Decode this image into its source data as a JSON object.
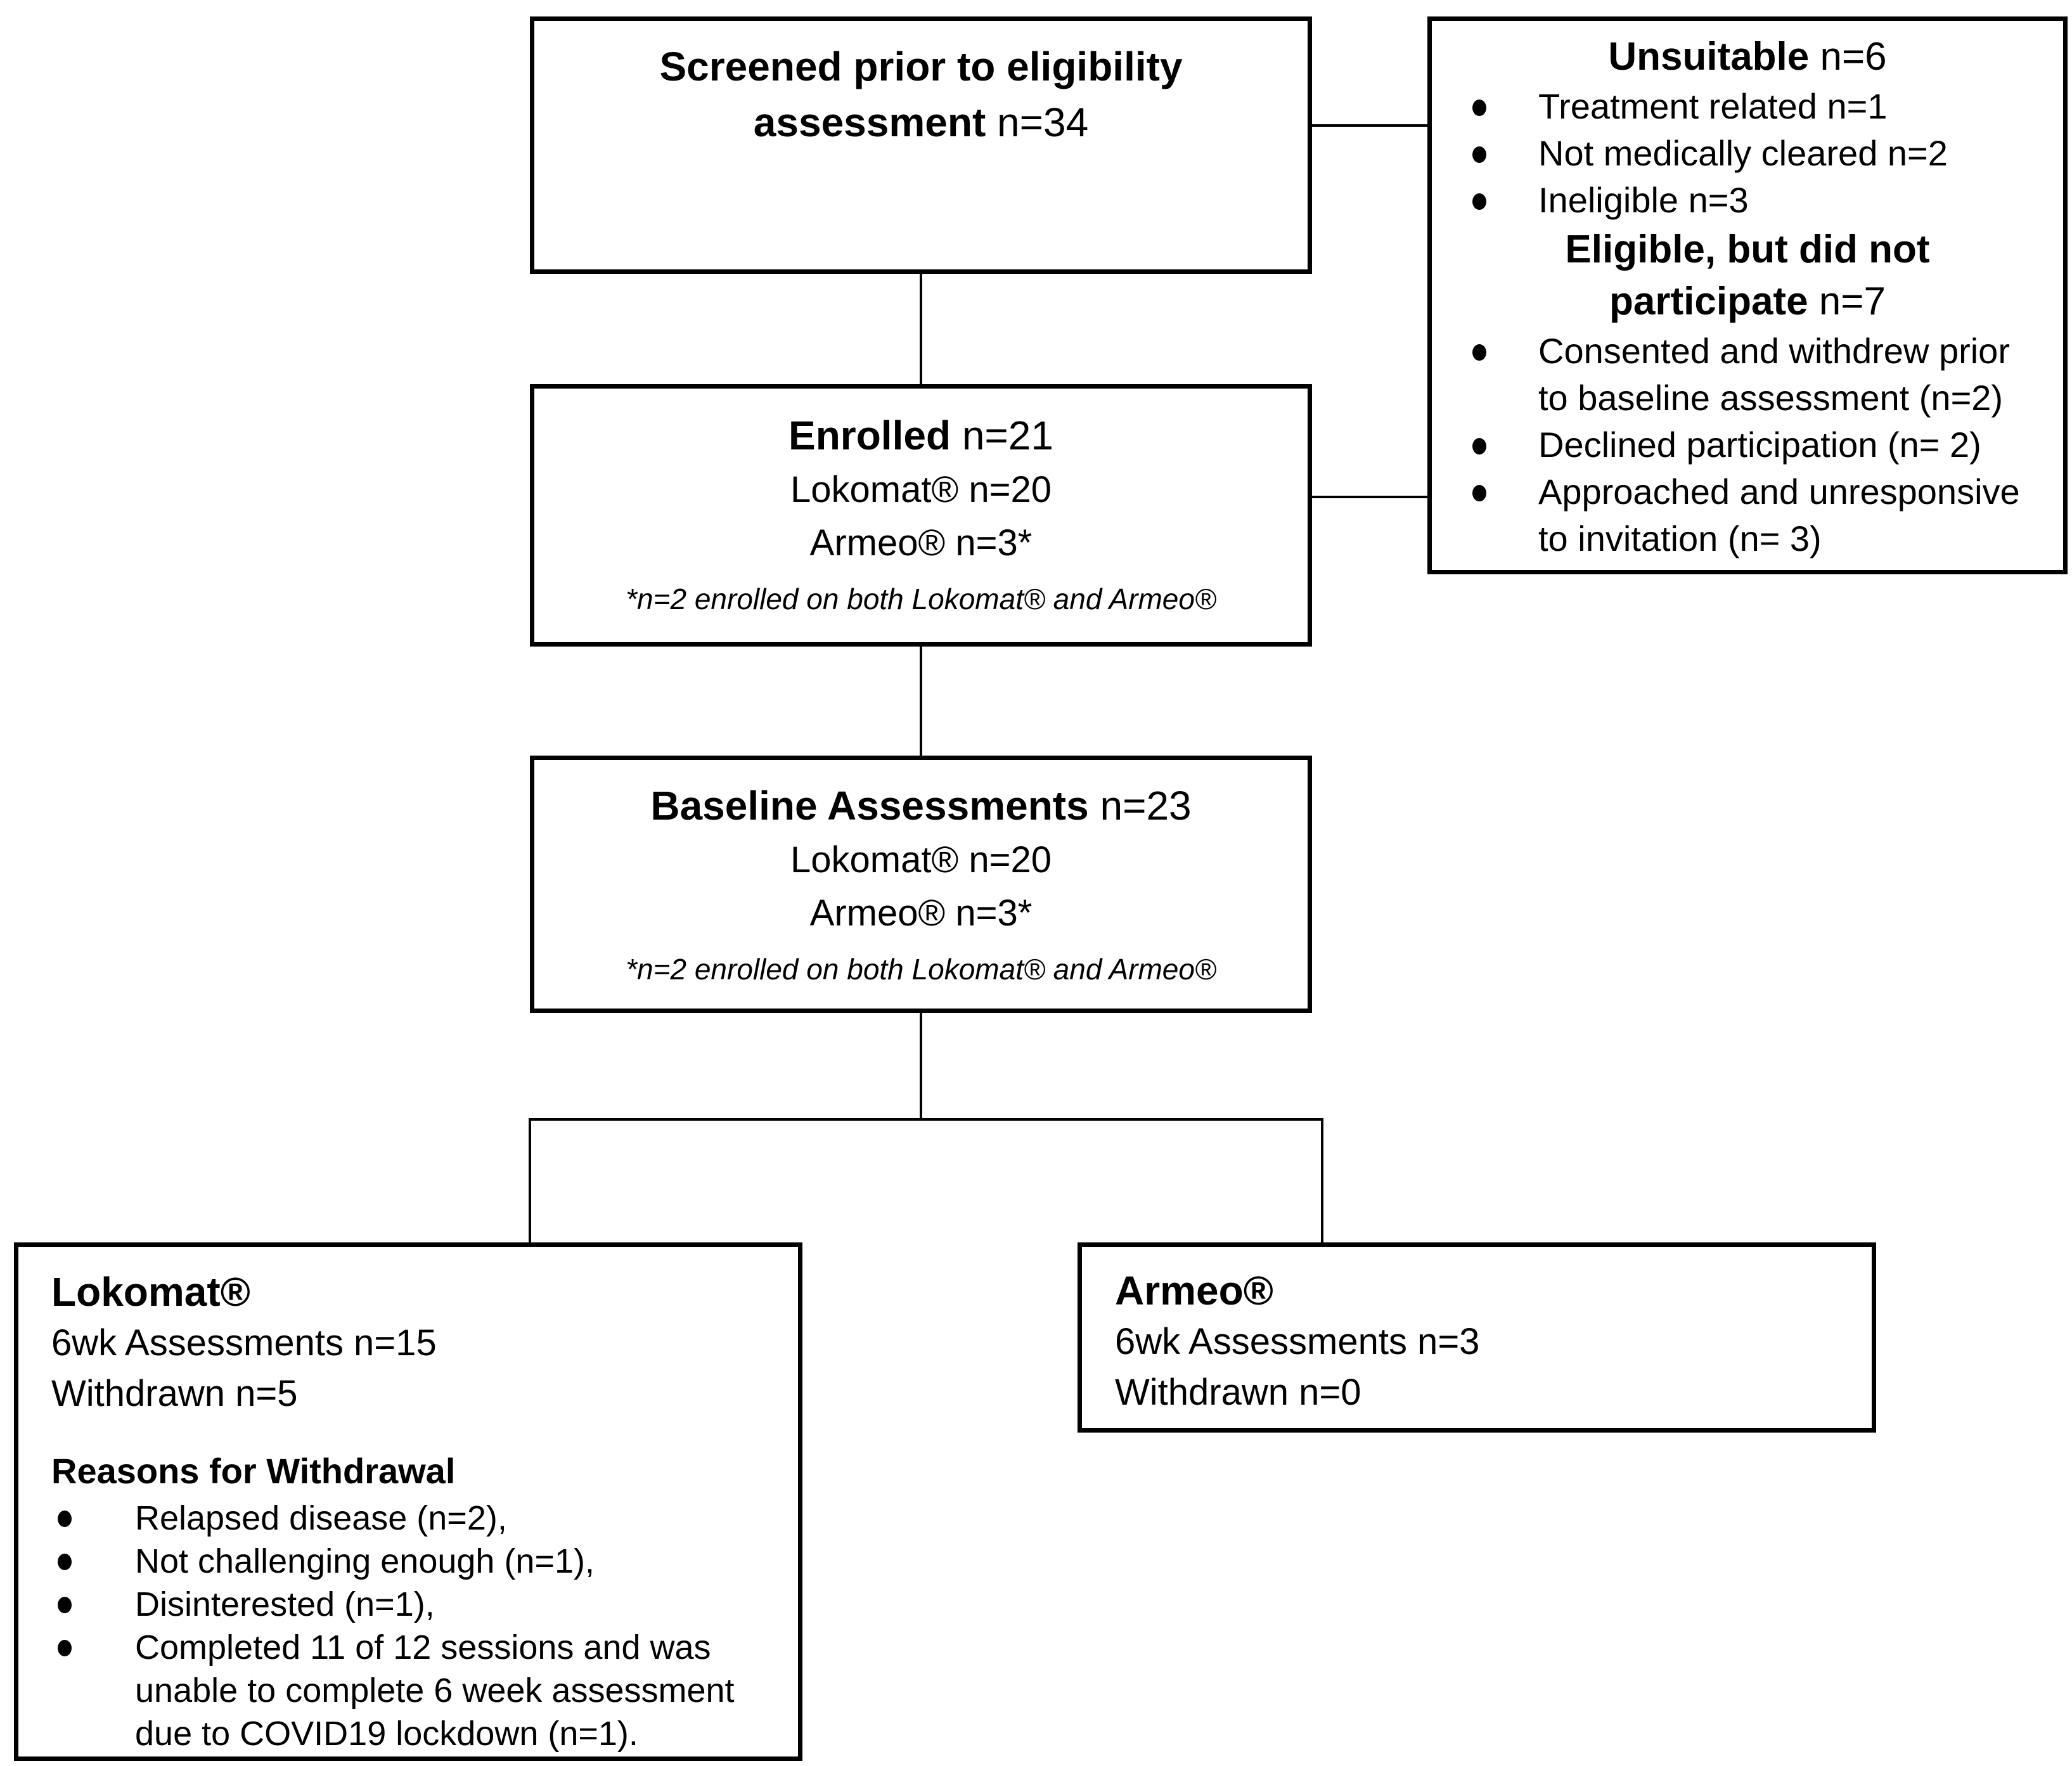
{
  "screened": {
    "title": "Screened prior to eligibility\nassessment",
    "count": " n=34"
  },
  "unsuitable": {
    "title": "Unsuitable",
    "count": " n=6",
    "items": [
      "Treatment related n=1",
      "Not medically cleared n=2",
      "Ineligible n=3"
    ]
  },
  "eligible_not_participate": {
    "title": "Eligible, but did not\nparticipate",
    "count": " n=7",
    "items": [
      "Consented and withdrew prior\nto baseline assessment (n=2)",
      "Declined participation (n= 2)",
      "Approached and unresponsive\nto invitation (n= 3)"
    ]
  },
  "enrolled": {
    "title": "Enrolled",
    "count": " n=21",
    "lokomat_line": "Lokomat® n=20",
    "armeo_line": "Armeo® n=3*",
    "footnote": "*n=2 enrolled on both Lokomat® and Armeo®"
  },
  "baseline": {
    "title": "Baseline Assessments",
    "count": " n=23",
    "lokomat_line": "Lokomat® n=20",
    "armeo_line": "Armeo® n=3*",
    "footnote": "*n=2 enrolled on both Lokomat® and Armeo®"
  },
  "lokomat_arm": {
    "title": "Lokomat®",
    "assessments_line": "6wk Assessments n=15",
    "withdrawn_line": "Withdrawn n=5",
    "reasons_title": "Reasons for Withdrawal",
    "reasons": [
      "Relapsed disease (n=2),",
      "Not challenging enough (n=1),",
      "Disinterested (n=1),",
      "Completed 11 of 12 sessions and was\nunable to complete 6 week assessment\ndue to COVID19 lockdown (n=1)."
    ]
  },
  "armeo_arm": {
    "title": "Armeo®",
    "assessments_line": "6wk Assessments n=3",
    "withdrawn_line": "Withdrawn n=0"
  },
  "colors": {
    "ink": "#000000",
    "background": "#ffffff"
  }
}
